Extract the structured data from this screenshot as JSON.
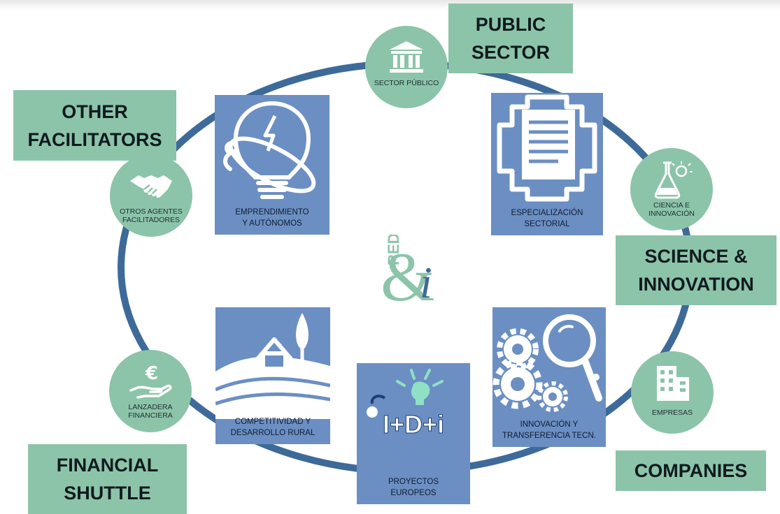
{
  "nodes": {
    "public": "SECTOR PÚBLICO",
    "science": "CIENCIA E INNOVACIÓN",
    "companies": "EMPRESAS",
    "financial": "LANZADERA FINANCIERA",
    "others": "OTROS AGENTES FACILITADORES"
  },
  "tags": {
    "public": [
      "PUBLIC",
      "SECTOR"
    ],
    "science": [
      "SCIENCE &",
      "INNOVATION"
    ],
    "companies": [
      "COMPANIES"
    ],
    "financial": [
      "FINANCIAL",
      "SHUTTLE"
    ],
    "others": [
      "OTHER",
      "FACILITATORS"
    ]
  },
  "tiles": {
    "emprendimiento": [
      "EMPRENDIMIENTO",
      "Y AUTÓNOMOS"
    ],
    "especializacion": [
      "ESPECIALIZACIÓN",
      "SECTORIAL"
    ],
    "competitividad": [
      "COMPETITIVIDAD Y",
      "DESARROLLO RURAL"
    ],
    "proyectos": [
      "PROYECTOS",
      "EUROPEOS"
    ],
    "innovacion": [
      "INNOVACIÓN Y",
      "TRANSFERENCIA TECN."
    ]
  },
  "idi_text": "I+D+i",
  "logo": {
    "red": "RED",
    "amp": "&",
    "i": "i"
  },
  "colors": {
    "green": "#8cc4a9",
    "blue": "#6b8fc2",
    "ring": "#3d6a99"
  }
}
